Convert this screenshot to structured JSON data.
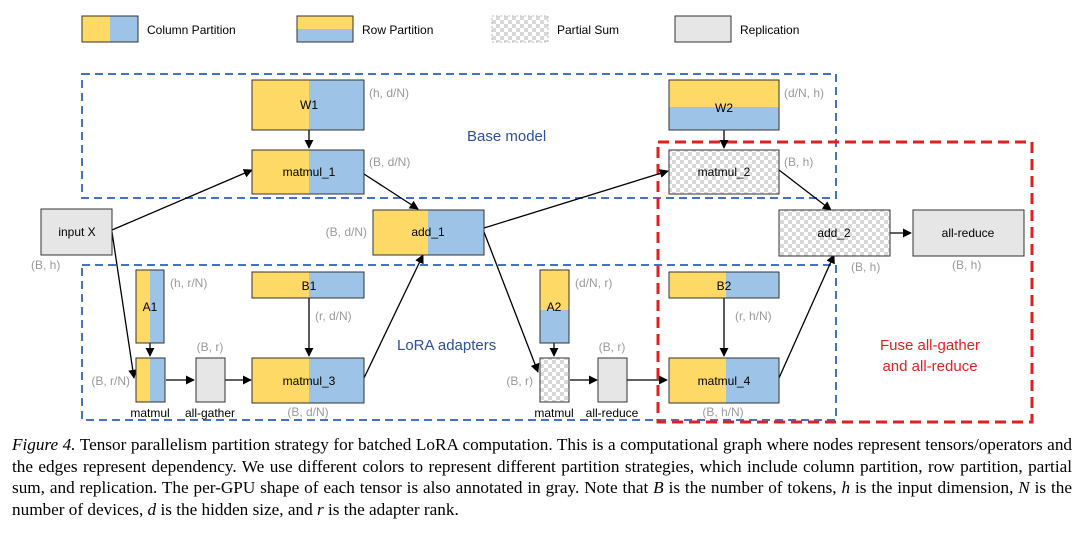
{
  "colors": {
    "yellow": "#ffd966",
    "blue": "#9dc3e6",
    "gray": "#e7e6e6",
    "border": "#333333",
    "dash_blue": "#4472c4",
    "dash_red": "#e32020",
    "shape_gray": "#9a9a9a"
  },
  "legend": {
    "column_partition": "Column Partition",
    "row_partition": "Row Partition",
    "partial_sum": "Partial Sum",
    "replication": "Replication"
  },
  "regions": {
    "base_model": "Base model",
    "lora_adapters": "LoRA adapters",
    "fuse_line1": "Fuse all-gather",
    "fuse_line2": "and all-reduce"
  },
  "nodes": {
    "w1": {
      "label": "W1",
      "partition": "column",
      "shape": "(h, d/N)"
    },
    "matmul_1": {
      "label": "matmul_1",
      "partition": "column",
      "shape": "(B, d/N)"
    },
    "input_x": {
      "label": "input X",
      "partition": "replication",
      "shape": "(B, h)"
    },
    "add_1": {
      "label": "add_1",
      "partition": "column",
      "shape": "(B, d/N)"
    },
    "w2": {
      "label": "W2",
      "partition": "row",
      "shape": "(d/N, h)"
    },
    "matmul_2": {
      "label": "matmul_2",
      "partition": "partial_sum",
      "shape": "(B, h)"
    },
    "add_2": {
      "label": "add_2",
      "partition": "partial_sum",
      "shape": "(B, h)"
    },
    "all_reduce": {
      "label": "all-reduce",
      "partition": "replication",
      "shape": "(B, h)"
    },
    "a1": {
      "label": "A1",
      "partition": "column",
      "shape": "(h, r/N)"
    },
    "matmul_small": {
      "label": "matmul",
      "partition": "column",
      "shape": "(B, r/N)"
    },
    "all_gather": {
      "label": "all-gather",
      "partition": "replication",
      "shape": "(B, r)"
    },
    "b1": {
      "label": "B1",
      "partition": "column",
      "shape": "(r, d/N)"
    },
    "matmul_3": {
      "label": "matmul_3",
      "partition": "column",
      "shape": "(B, d/N)"
    },
    "a2": {
      "label": "A2",
      "partition": "row",
      "shape": "(d/N, r)"
    },
    "matmul_small2": {
      "label": "matmul",
      "partition": "partial_sum",
      "shape": "(B, r)"
    },
    "all_reduce_small": {
      "label": "all-reduce",
      "partition": "replication",
      "shape": "(B, r)"
    },
    "b2": {
      "label": "B2",
      "partition": "column",
      "shape": "(r, h/N)"
    },
    "matmul_4": {
      "label": "matmul_4",
      "partition": "column",
      "shape": "(B, h/N)"
    }
  },
  "caption": {
    "figure_label": "Figure 4.",
    "text_1": " Tensor parallelism partition strategy for batched LoRA computation. This is a computational graph where nodes represent tensors/operators and the edges represent dependency. We use different colors to represent different partition strategies, which include column partition, row partition, partial sum, and replication. The per-GPU shape of each tensor is also annotated in gray. Note that ",
    "var_B": "B",
    "text_2": " is the number of tokens, ",
    "var_h": "h",
    "text_3": " is the input dimension, ",
    "var_N": "N",
    "text_4": " is the number of devices, ",
    "var_d": "d",
    "text_5": " is the hidden size, and ",
    "var_r": "r",
    "text_6": " is the adapter rank."
  }
}
